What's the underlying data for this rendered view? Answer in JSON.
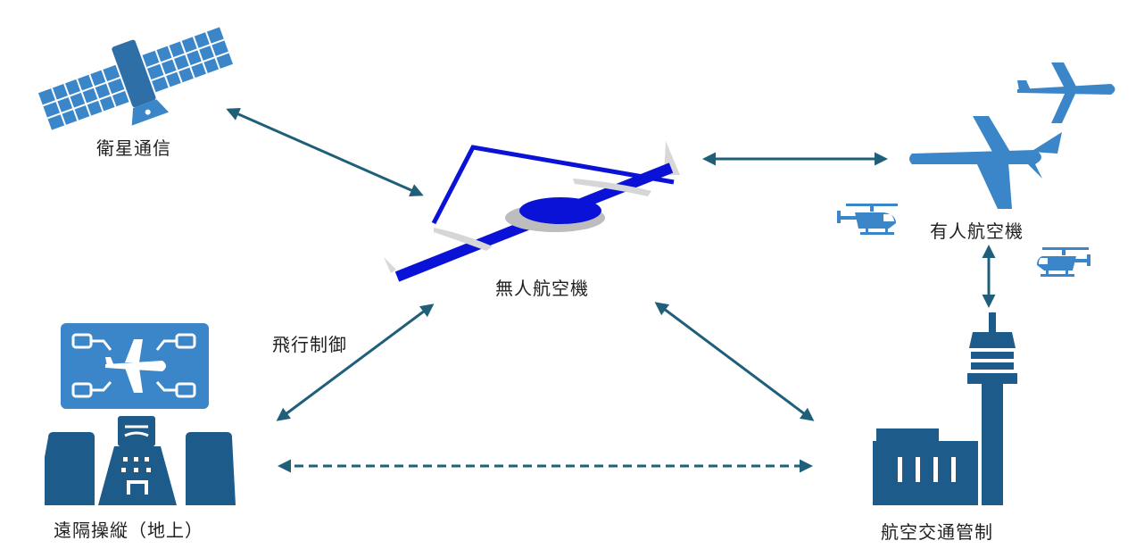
{
  "labels": {
    "satellite": "衛星通信",
    "uav": "無人航空機",
    "manned": "有人航空機",
    "flight_control": "飛行制御",
    "ground": "遠隔操縦（地上）",
    "atc": "航空交通管制"
  },
  "colors": {
    "icon_blue": "#3b86c8",
    "icon_dark": "#1d5b8a",
    "arrow": "#1f5f7a",
    "uav_frame": "#0a12d8"
  },
  "icons": [
    "satellite-icon",
    "uav-icon",
    "airplane-icon",
    "helicopter-icon",
    "control-room-icon",
    "control-tower-icon"
  ]
}
